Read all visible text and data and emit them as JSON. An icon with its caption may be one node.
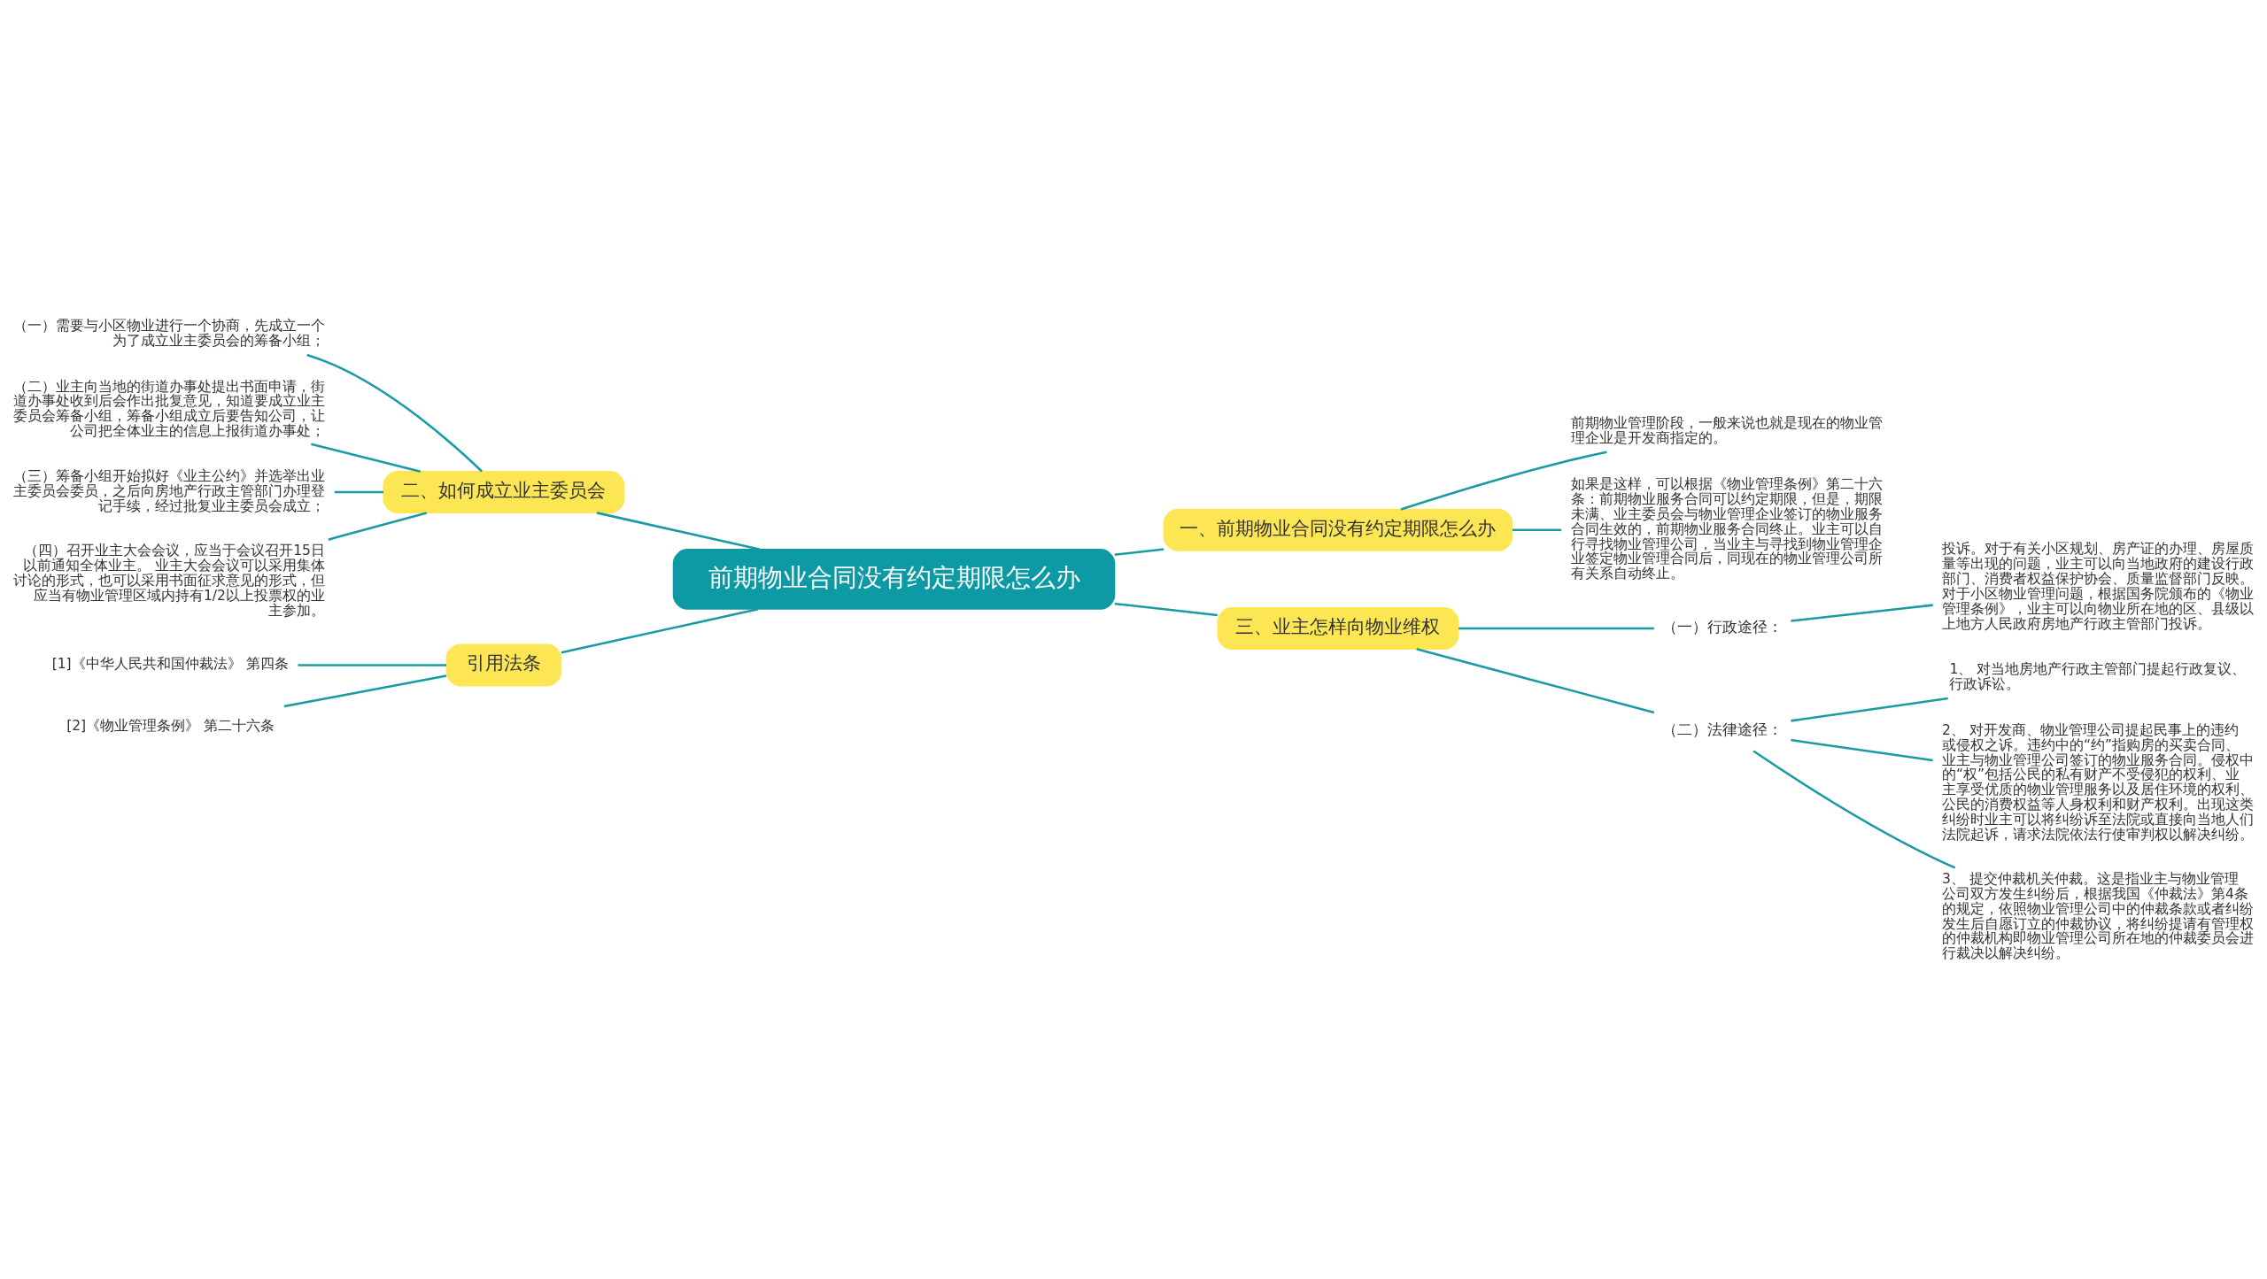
{
  "diagram": {
    "nodes": [
      {
        "text": [
          "前期物业合同没有约定期限怎么办"
        ]
      },
      {
        "text": [
          "一、前期物业合同没有约定期限怎么办"
        ]
      },
      {
        "text": [
          "前期物业管理阶段，一般来说也就是现在的物业管理企业是开发商指定的。"
        ]
      },
      {
        "text": [
          "如果是这样，可以根据《物业管理条例》第二十六条：前期物业服务合同可以约定期限，但是，期限未满、业主委员会与物业管理企业签订的物业服务合同生效的，前期物业服务合同终止。业主可以自行寻找物业管理公司，当业主与寻找到物业管理企业签定物业管理合同后，同现在的物业管理公司所有关系自动终止。"
        ]
      },
      {
        "text": [
          "二、如何成立业主委员会"
        ]
      },
      {
        "text": [
          "（一）需要与小区物业进行一个协商，先成立一个为了成立业主委员会的筹备小组；"
        ]
      },
      {
        "text": [
          "（二）业主向当地的街道办事处提出书面申请，街道办事处收到后会作出批复意见，知道要成立业主委员会筹备小组，筹备小组成立后要告知公司，让公司把全体业主的信息上报街道办事处；"
        ]
      },
      {
        "text": [
          "（三）筹备小组开始拟好《业主公约》并选举出业主委员会委员，之后向房地产行政主管部门办理登记手续，经过批复业主委员会成立；"
        ]
      },
      {
        "text": [
          "（四）召开业主大会会议，应当于会议召开15日以前通知全体业主。 业主大会会议可以采用集体讨论的形式，也可以采用书面征求意见的形式，但应当有物业管理区域内持有1/2以上投票权的业主参加。"
        ]
      },
      {
        "text": [
          "三、业主怎样向物业维权"
        ]
      },
      {
        "text": [
          "（一）行政途径："
        ]
      },
      {
        "text": [
          "投诉。对于有关小区规划、房产证的办理、房屋质量等出现的问题，业主可以向当地政府的建设行政部门、消费者权益保护协会、质量监督部门反映。对于小区物业管理问题，根据国务院颁布的《物业管理条例》，业主可以向物业所在地的区、县级以上地方人民政府房地产行政主管部门投诉。"
        ]
      },
      {
        "text": [
          "（二）法律途径："
        ]
      },
      {
        "text": [
          "1、 对当地房地产行政主管部门提起行政复议、行政诉讼。"
        ]
      },
      {
        "text": [
          "2、 对开发商、物业管理公司提起民事上的违约或侵权之诉。违约中的“约”指购房的买卖合同、业主与物业管理公司签订的物业服务合同。侵权中的“权”包括公民的私有财产不受侵犯的权利、业主享受优质的物业管理服务以及居住环境的权利、公民的消费权益等人身权利和财产权利。出现这类纠纷时业主可以将纠纷诉至法院或直接向当地人们法院起诉，请求法院依法行使审判权以解决纠纷。"
        ]
      },
      {
        "text": [
          "3、 提交仲裁机关仲裁。这是指业主与物业管理公司双方发生纠纷后，根据我国《仲裁法》第4条的规定，依照物业管理公司中的仲裁条款或者纠纷发生后自愿订立的仲裁协议，将纠纷提请有管理权的仲裁机构即物业管理公司所在地的仲裁委员会进行裁决以解决纠纷。"
        ]
      },
      {
        "text": [
          "引用法条"
        ]
      },
      {
        "text": [
          "[1]《中华人民共和国仲裁法》 第四条"
        ]
      },
      {
        "text": [
          "[2]《物业管理条例》 第二十六条"
        ]
      }
    ],
    "edges": [
      {
        "from": 0,
        "to": 1,
        "arrow": "none"
      },
      {
        "from": 1,
        "to": 2,
        "arrow": "none"
      },
      {
        "from": 1,
        "to": 3,
        "arrow": "none"
      },
      {
        "from": 0,
        "to": 4,
        "arrow": "none"
      },
      {
        "from": 4,
        "to": 5,
        "arrow": "none"
      },
      {
        "from": 4,
        "to": 6,
        "arrow": "none"
      },
      {
        "from": 4,
        "to": 7,
        "arrow": "none"
      },
      {
        "from": 4,
        "to": 8,
        "arrow": "none"
      },
      {
        "from": 0,
        "to": 9,
        "arrow": "none"
      },
      {
        "from": 9,
        "to": 10,
        "arrow": "none"
      },
      {
        "from": 10,
        "to": 11,
        "arrow": "none"
      },
      {
        "from": 9,
        "to": 12,
        "arrow": "none"
      },
      {
        "from": 12,
        "to": 13,
        "arrow": "none"
      },
      {
        "from": 12,
        "to": 14,
        "arrow": "none"
      },
      {
        "from": 12,
        "to": 15,
        "arrow": "none"
      },
      {
        "from": 0,
        "to": 16,
        "arrow": "none"
      },
      {
        "from": 16,
        "to": 17,
        "arrow": "none"
      },
      {
        "from": 16,
        "to": 18,
        "arrow": "none"
      }
    ]
  }
}
